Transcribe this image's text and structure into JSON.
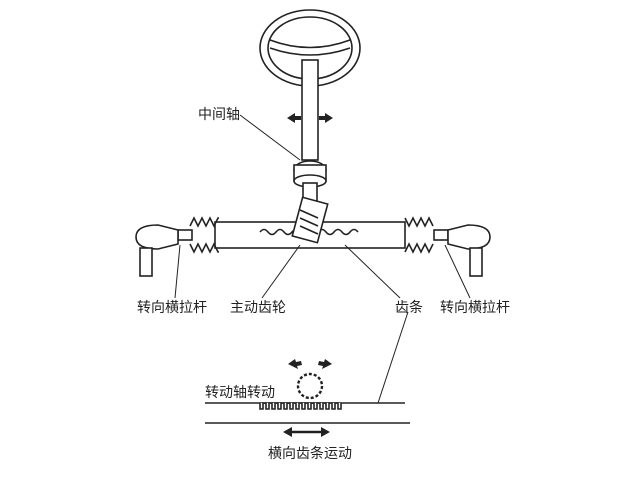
{
  "labels": {
    "intermediate_shaft": "中间轴",
    "tie_rod_left": "转向横拉杆",
    "pinion": "主动齿轮",
    "rack": "齿条",
    "tie_rod_right": "转向横拉杆",
    "shaft_rotation": "转动轴转动",
    "rack_lateral_motion": "横向齿条运动"
  }
}
